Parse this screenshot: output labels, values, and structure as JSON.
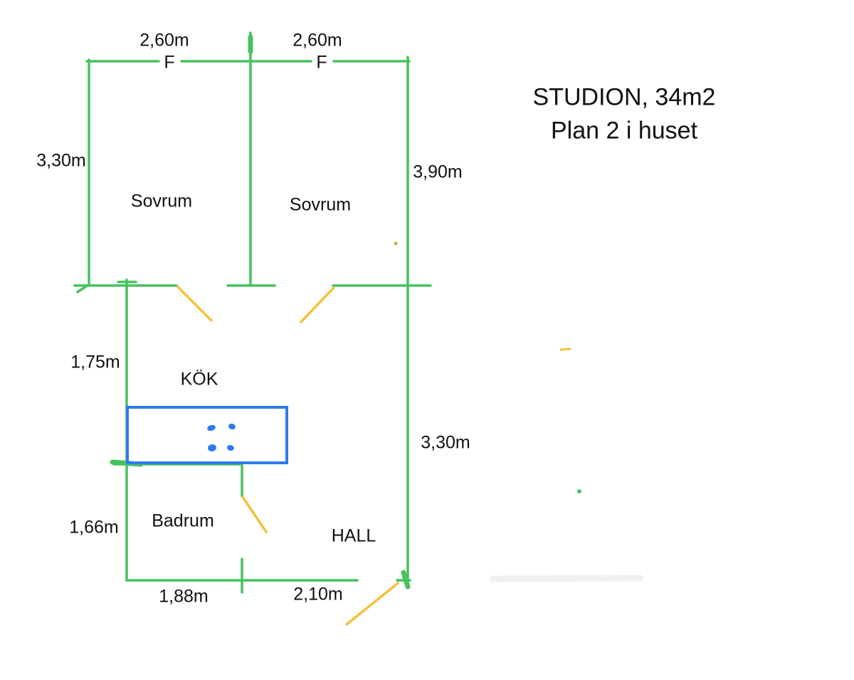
{
  "title": {
    "line1": "STUDION, 34m2",
    "line2": "Plan 2 i huset"
  },
  "rooms": {
    "sovrum_left": "Sovrum",
    "sovrum_right": "Sovrum",
    "kok": "KÖK",
    "badrum": "Badrum",
    "hall": "HALL"
  },
  "dimensions": {
    "top_left_width": "2,60m",
    "top_left_window": "F",
    "top_right_width": "2,60m",
    "top_right_window": "F",
    "left_height": "3,30m",
    "right_upper_height": "3,90m",
    "kok_height": "1,75m",
    "right_lower_height": "3,30m",
    "badrum_height": "1,66m",
    "bottom_left_width": "1,88m",
    "bottom_right_width": "2,10m"
  },
  "colors": {
    "wall": "#47c15e",
    "door": "#f3c13a",
    "counter": "#2e7bf0",
    "text": "#111111",
    "dot_orange": "#e8a33d"
  }
}
